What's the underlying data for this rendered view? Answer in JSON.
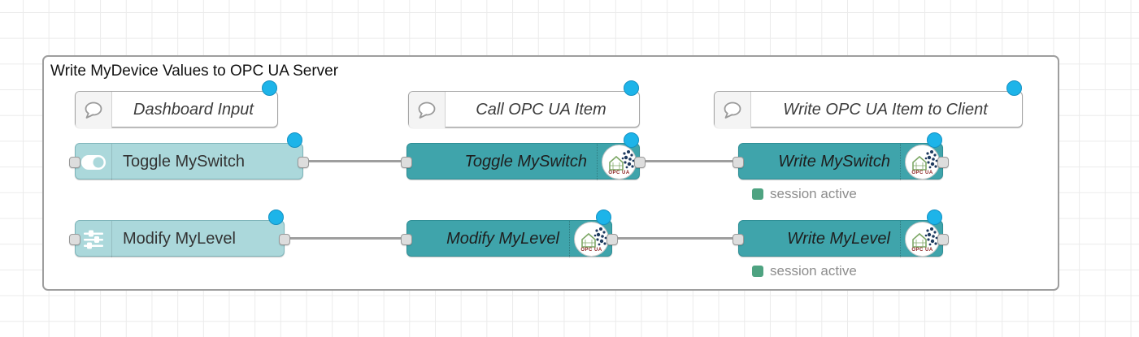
{
  "group": {
    "title": "Write MyDevice Values to OPC UA Server"
  },
  "comments": [
    {
      "label": "Dashboard Input"
    },
    {
      "label": "Call OPC UA Item"
    },
    {
      "label": "Write OPC UA Item to Client"
    }
  ],
  "nodes": {
    "toggle_ui": {
      "label": "Toggle MySwitch",
      "icon": "toggle-icon"
    },
    "modify_ui": {
      "label": "Modify MyLevel",
      "icon": "sliders-icon"
    },
    "toggle_call": {
      "label": "Toggle MySwitch",
      "icon": "opcua-icon"
    },
    "modify_call": {
      "label": "Modify MyLevel",
      "icon": "opcua-icon"
    },
    "write_switch": {
      "label": "Write MySwitch",
      "icon": "opcua-icon",
      "status": "session active"
    },
    "write_level": {
      "label": "Write MyLevel",
      "icon": "opcua-icon",
      "status": "session active"
    }
  },
  "opcua_badge": "OPC UA",
  "icons": [
    "comment-bubble-icon",
    "toggle-icon",
    "sliders-icon",
    "opcua-icon",
    "modified-indicator-dot",
    "status-square"
  ],
  "colors": {
    "light_node": "#abd8db",
    "dark_node": "#3fa4ab",
    "status_green": "#4ea381",
    "changed_dot_blue": "#1db4e9",
    "wire_gray": "#9e9e9e",
    "grid_line": "#ebebeb"
  }
}
